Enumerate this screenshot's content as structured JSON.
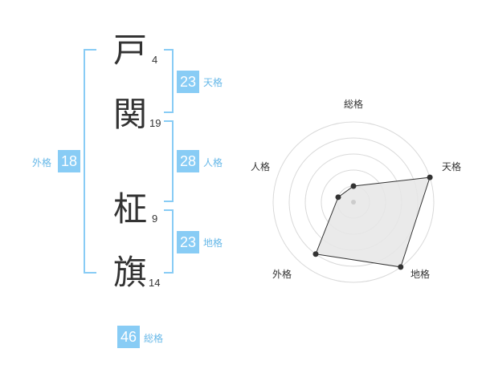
{
  "colors": {
    "accent": "#88ccf5",
    "label": "#67b8e8",
    "fill": "#e6e6e6"
  },
  "name": {
    "chars": [
      {
        "char": "戸",
        "strokes": "4"
      },
      {
        "char": "関",
        "strokes": "19"
      },
      {
        "char": "柾",
        "strokes": "9"
      },
      {
        "char": "旗",
        "strokes": "14"
      }
    ]
  },
  "scores": {
    "tenkaku": {
      "value": "23",
      "label": "天格"
    },
    "jinkaku": {
      "value": "28",
      "label": "人格"
    },
    "chikaku": {
      "value": "23",
      "label": "地格"
    },
    "gaikaku": {
      "value": "18",
      "label": "外格"
    },
    "soukaku": {
      "value": "46",
      "label": "総格"
    }
  },
  "radar": {
    "labels": {
      "top": "総格",
      "top_right": "天格",
      "bottom_right": "地格",
      "bottom_left": "外格",
      "top_left": "人格"
    },
    "rings": 5,
    "levels": {
      "総格": 1,
      "天格": 5,
      "地格": 5,
      "外格": 4,
      "人格": 1
    }
  }
}
